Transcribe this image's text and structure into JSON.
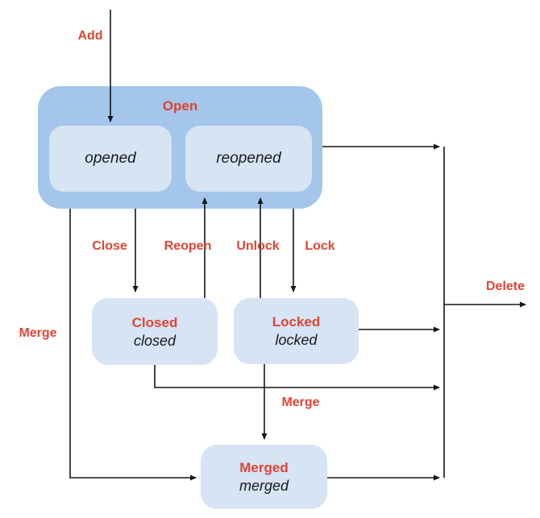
{
  "colors": {
    "background": "#ffffff",
    "open_container": "#a3c6ea",
    "state_box": "#d6e4f4",
    "label_red": "#e04434",
    "state_text": "#1a1a1a",
    "arrow_line": "#151515"
  },
  "open_group": {
    "title": "Open",
    "substates": [
      {
        "label": "opened"
      },
      {
        "label": "reopened"
      }
    ]
  },
  "states": {
    "closed": {
      "title": "Closed",
      "substate": "closed"
    },
    "locked": {
      "title": "Locked",
      "substate": "locked"
    },
    "merged": {
      "title": "Merged",
      "substate": "merged"
    }
  },
  "transitions": {
    "add": {
      "label": "Add"
    },
    "close": {
      "label": "Close"
    },
    "reopen": {
      "label": "Reopen"
    },
    "unlock": {
      "label": "Unlock"
    },
    "lock": {
      "label": "Lock"
    },
    "merge_from_open": {
      "label": "Merge"
    },
    "merge_from_locked": {
      "label": "Merge"
    },
    "delete": {
      "label": "Delete"
    }
  }
}
